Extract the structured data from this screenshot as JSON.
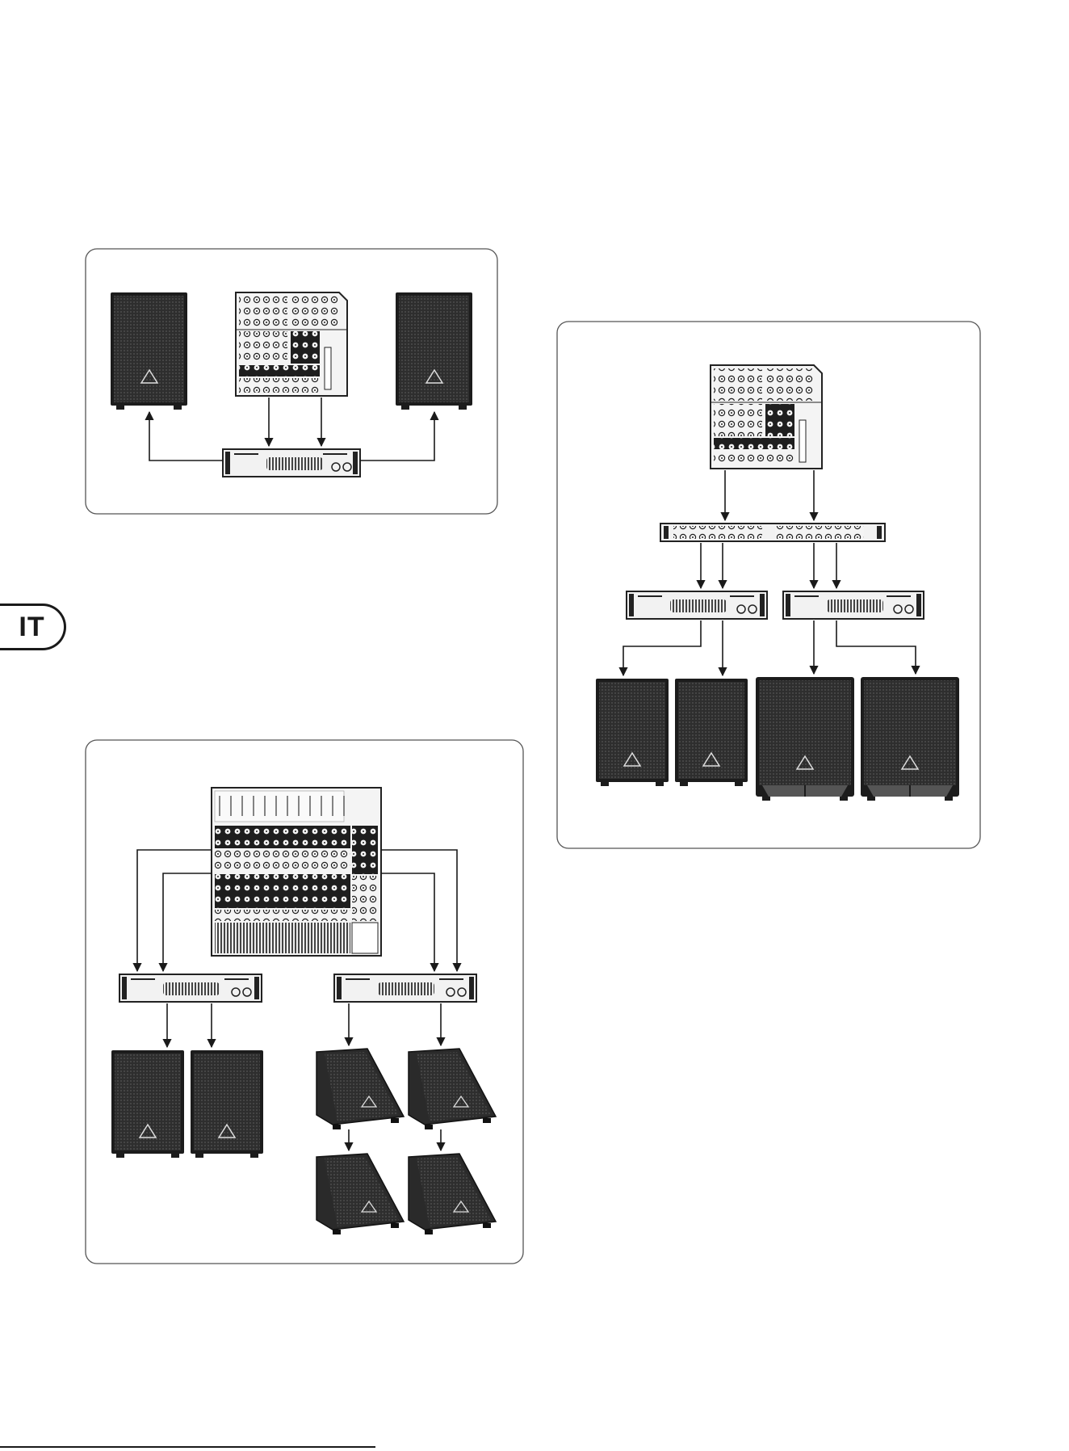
{
  "language_tab": {
    "label": "IT"
  },
  "colors": {
    "ink": "#1a1a1a",
    "frame": "#555555",
    "speaker_body": "#2b2b2b",
    "speaker_grille": "#3a3a3a",
    "device_panel": "#f2f2f2"
  },
  "figures": [
    {
      "id": "figure-stereo-pa",
      "devices": [
        "mixer",
        "power-amplifier",
        "speaker-left",
        "speaker-right"
      ],
      "connections": [
        "mixer-to-amplifier-left",
        "mixer-to-amplifier-right",
        "amplifier-to-speaker-left",
        "amplifier-to-speaker-right"
      ]
    },
    {
      "id": "figure-biamp-crossover",
      "devices": [
        "mixer",
        "crossover",
        "power-amplifier-top",
        "power-amplifier-sub",
        "speaker-top-left",
        "speaker-top-right",
        "subwoofer-left",
        "subwoofer-right"
      ],
      "connections": [
        "mixer-to-crossover-left",
        "mixer-to-crossover-right",
        "crossover-to-amp-1",
        "crossover-to-amp-2",
        "crossover-to-amp-3",
        "crossover-to-amp-4",
        "amp-to-top-left",
        "amp-to-top-right",
        "amp-to-sub-left",
        "amp-to-sub-right"
      ]
    },
    {
      "id": "figure-main-and-monitors",
      "devices": [
        "large-mixer",
        "power-amplifier-main",
        "power-amplifier-monitor",
        "speaker-main-left",
        "speaker-main-right",
        "stage-monitor-1",
        "stage-monitor-2",
        "stage-monitor-3",
        "stage-monitor-4"
      ],
      "connections": [
        "main-out-left",
        "main-out-right",
        "aux-out-1",
        "aux-out-2",
        "amp-to-main-left",
        "amp-to-main-right",
        "amp-to-monitor-1",
        "amp-to-monitor-2",
        "monitor-1-to-3",
        "monitor-2-to-4"
      ]
    }
  ]
}
